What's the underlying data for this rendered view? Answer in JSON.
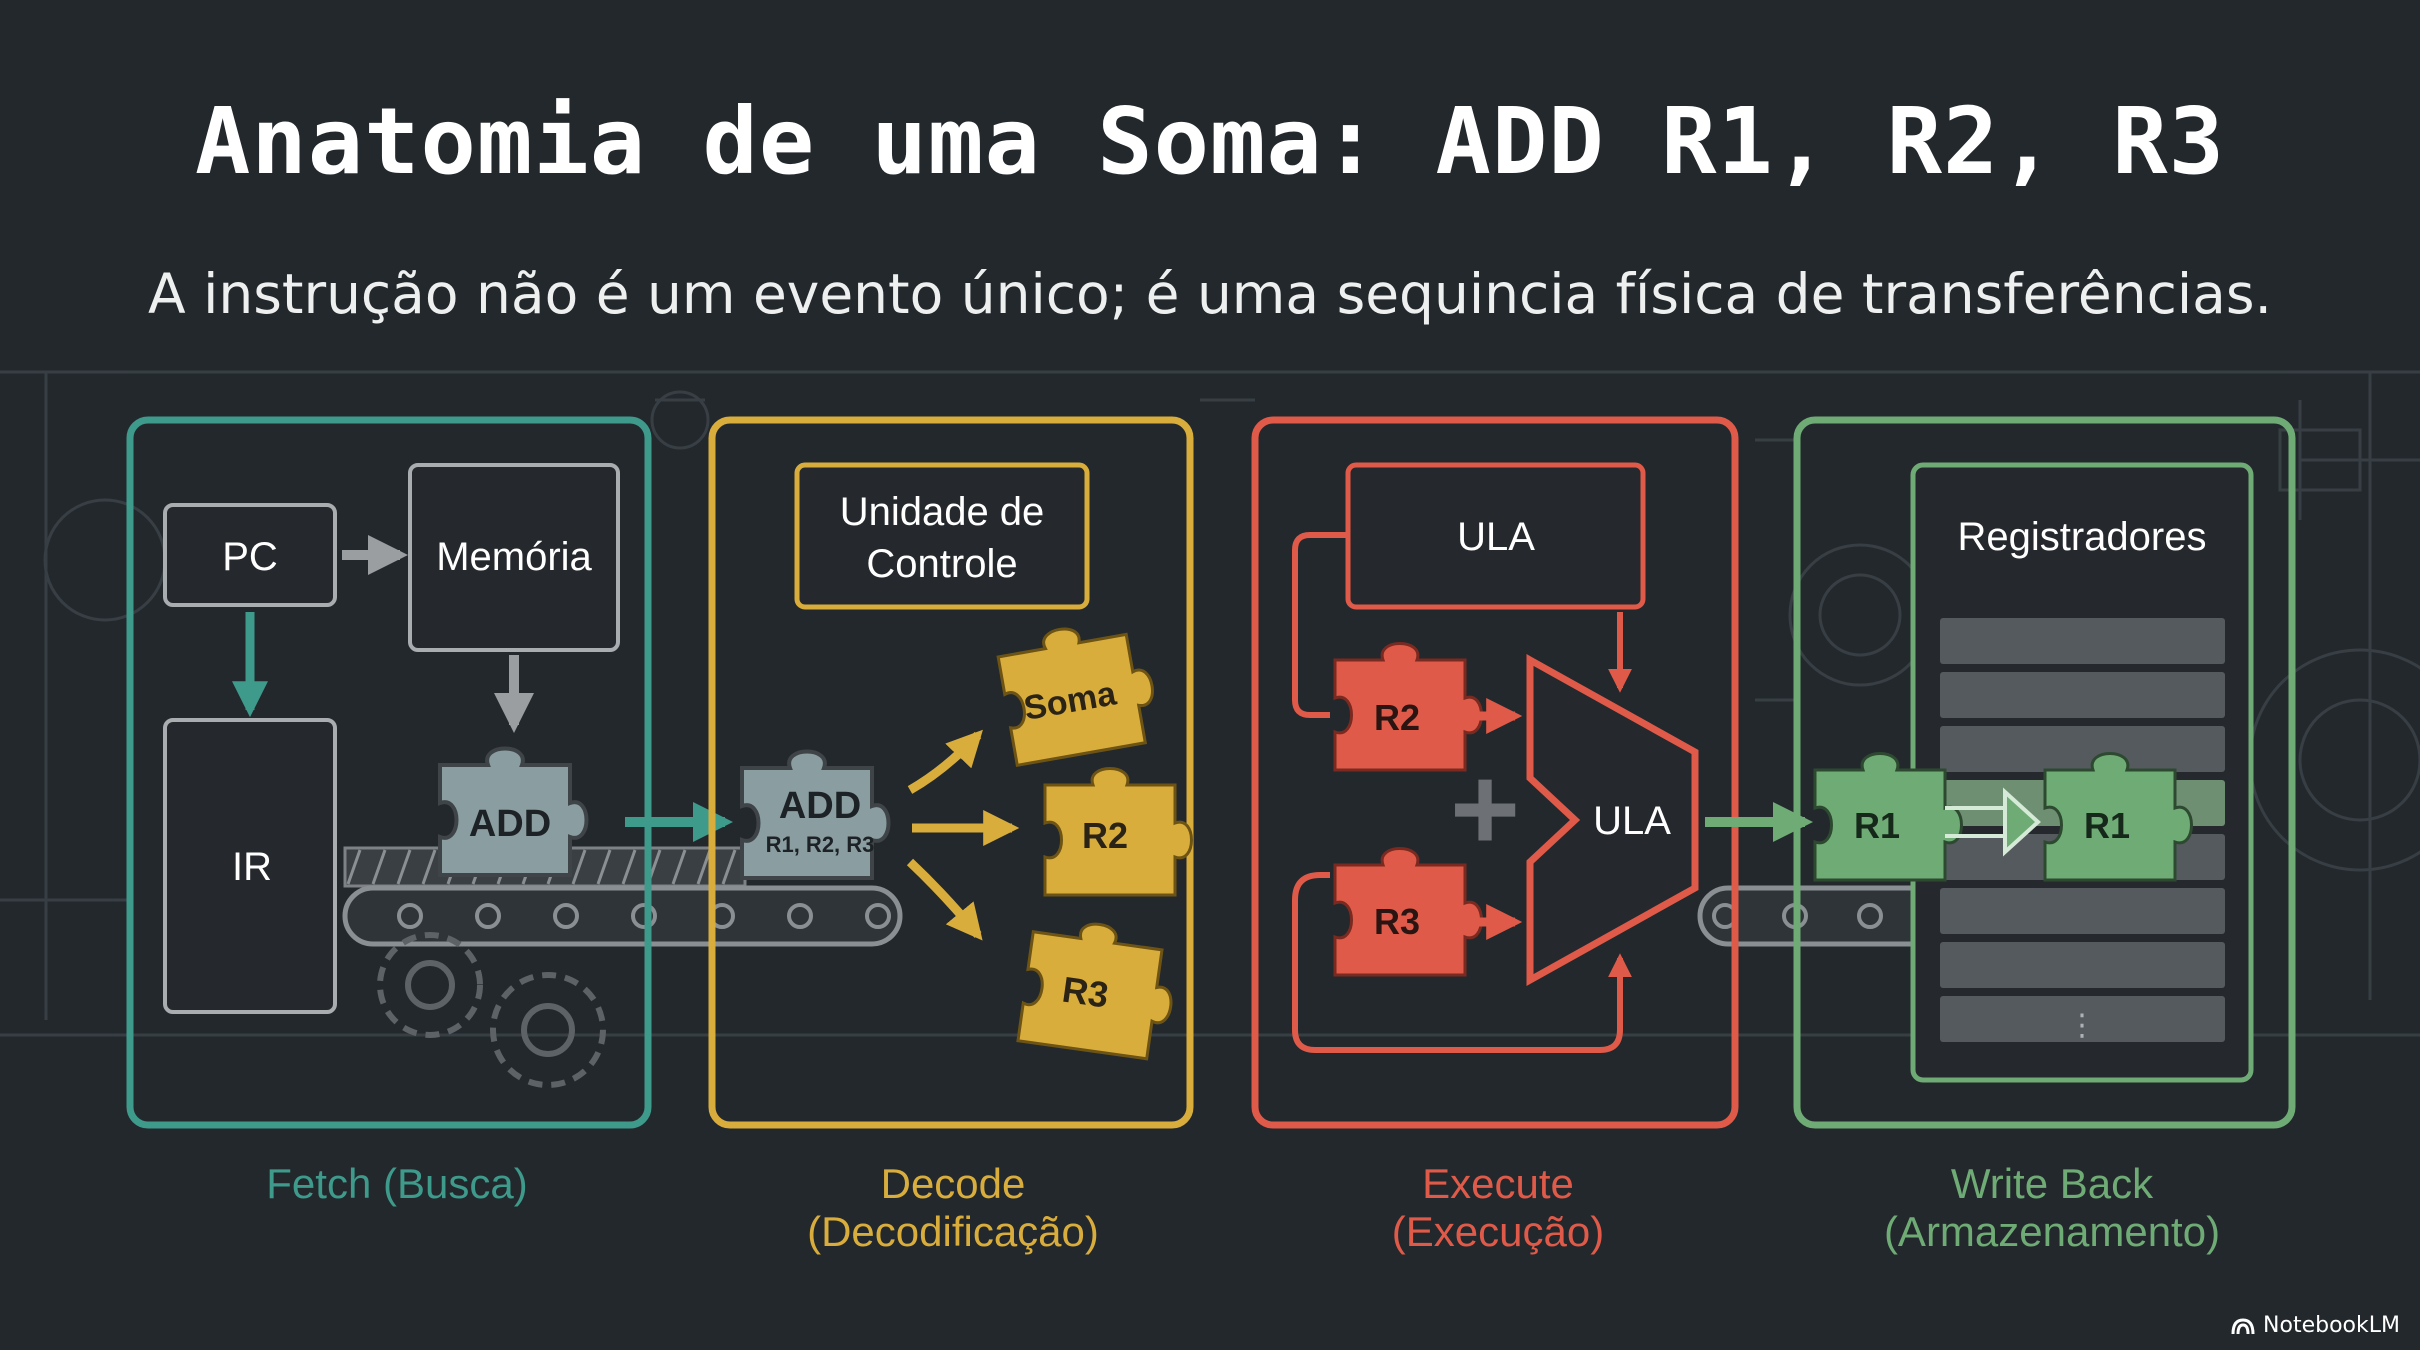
{
  "title": "Anatomia de uma Soma: ADD R1, R2, R3",
  "subtitle": "A instrução não é um evento único; é uma sequincia física de transferências.",
  "colors": {
    "background": "#23282d",
    "fetch": "#3e9a8a",
    "decode": "#d9ad3c",
    "execute": "#df5a48",
    "writeback": "#6fab74",
    "box_border": "#a9adb0",
    "arrow_gray": "#9a9ea1"
  },
  "fetch": {
    "pc": "PC",
    "memoria": "Memória",
    "ir": "IR",
    "piece": "ADD",
    "caption_line1": "Fetch (Busca)"
  },
  "decode": {
    "control_line1": "Unidade de",
    "control_line2": "Controle",
    "piece_line1": "ADD",
    "piece_line2": "R1, R2, R3",
    "out_soma": "Soma",
    "out_r2": "R2",
    "out_r3": "R3",
    "caption_line1": "Decode",
    "caption_line2": "(Decodificação)"
  },
  "execute": {
    "ula_box": "ULA",
    "in_r2": "R2",
    "in_r3": "R3",
    "plus": "+",
    "alu": "ULA",
    "caption_line1": "Execute",
    "caption_line2": "(Execução)"
  },
  "writeback": {
    "registers_title": "Registradores",
    "piece_in": "R1",
    "piece_stored": "R1",
    "ellipsis": "⋮",
    "caption_line1": "Write Back",
    "caption_line2": "(Armazenamento)"
  },
  "brand": "NotebookLM"
}
